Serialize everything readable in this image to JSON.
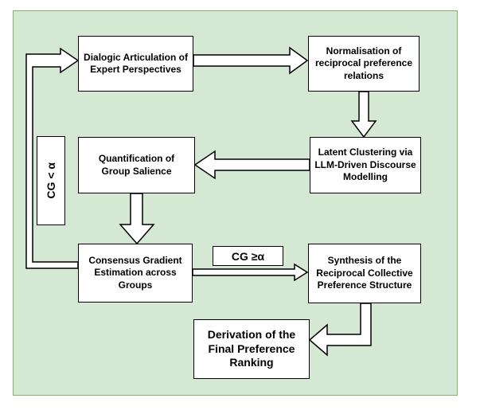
{
  "nodes": {
    "dialogic": "Dialogic Articulation of Expert Perspectives",
    "normalisation": "Normalisation of reciprocal preference relations",
    "latent": "Latent Clustering via LLM-Driven Discourse Modelling",
    "quantification": "Quantification of Group Salience",
    "consensus": "Consensus Gradient Estimation across Groups",
    "synthesis": "Synthesis of the Reciprocal Collective Preference Structure",
    "derivation": "Derivation of the Final Preference Ranking"
  },
  "conditions": {
    "loop_back": "CG < α",
    "proceed": "CG ≥α"
  },
  "colors": {
    "panel_fill": "#d5e8d4",
    "panel_border": "#82b366",
    "box_fill": "#ffffff",
    "stroke": "#000000"
  }
}
